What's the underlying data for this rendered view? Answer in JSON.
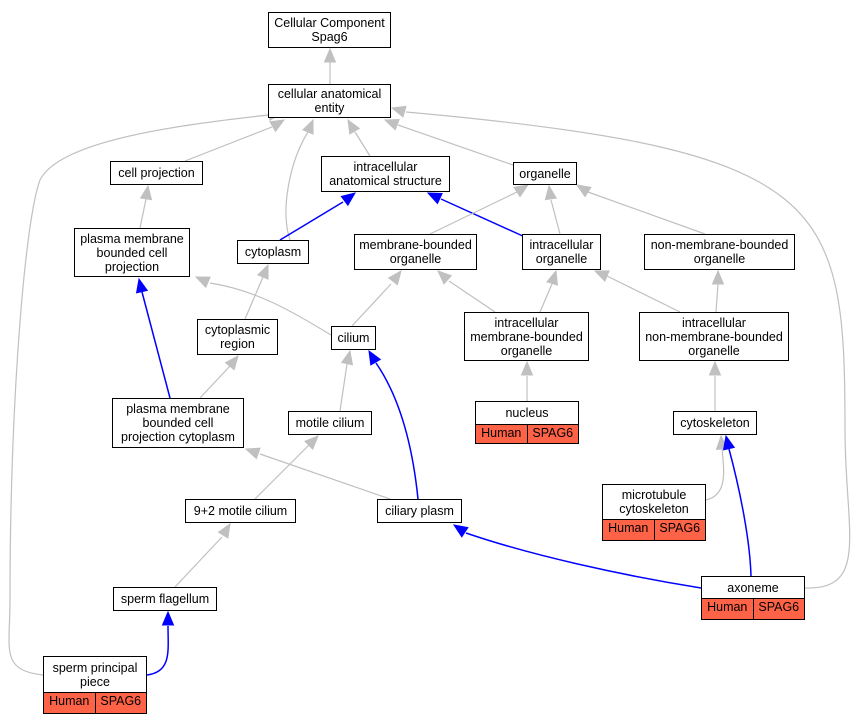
{
  "colors": {
    "is_a_edge": "#c0c0c0",
    "part_of_edge": "#0000ff",
    "annotation_fill": "#ff6347"
  },
  "nodes": {
    "root": [
      "Cellular Component",
      "Spag6"
    ],
    "cae": [
      "cellular anatomical",
      "entity"
    ],
    "cellproj": [
      "cell projection"
    ],
    "ias": [
      "intracellular",
      "anatomical structure"
    ],
    "organelle": [
      "organelle"
    ],
    "pmbcp": [
      "plasma membrane",
      "bounded cell",
      "projection"
    ],
    "cytoplasm": [
      "cytoplasm"
    ],
    "mbo": [
      "membrane-bounded",
      "organelle"
    ],
    "io": [
      "intracellular",
      "organelle"
    ],
    "nmbo": [
      "non-membrane-bounded",
      "organelle"
    ],
    "cytreg": [
      "cytoplasmic",
      "region"
    ],
    "cilium": [
      "cilium"
    ],
    "imbo": [
      "intracellular",
      "membrane-bounded",
      "organelle"
    ],
    "inmbo": [
      "intracellular",
      "non-membrane-bounded",
      "organelle"
    ],
    "nucleus": [
      "nucleus"
    ],
    "pmbcpc": [
      "plasma membrane",
      "bounded cell",
      "projection cytoplasm"
    ],
    "motcil": [
      "motile cilium"
    ],
    "cytosk": [
      "cytoskeleton"
    ],
    "mtcyto": [
      "microtubule",
      "cytoskeleton"
    ],
    "nine2": [
      "9+2 motile cilium"
    ],
    "cilplasm": [
      "ciliary plasm"
    ],
    "axoneme": [
      "axoneme"
    ],
    "spermflag": [
      "sperm flagellum"
    ],
    "spp": [
      "sperm principal",
      "piece"
    ]
  },
  "annotations": {
    "nucleus": [
      "Human",
      "SPAG6"
    ],
    "mtcyto": [
      "Human",
      "SPAG6"
    ],
    "axoneme": [
      "Human",
      "SPAG6"
    ],
    "spp": [
      "Human",
      "SPAG6"
    ]
  },
  "edges": [
    {
      "from": "cae",
      "to": "root",
      "type": "is_a"
    },
    {
      "from": "cellproj",
      "to": "cae",
      "type": "is_a"
    },
    {
      "from": "ias",
      "to": "cae",
      "type": "is_a"
    },
    {
      "from": "organelle",
      "to": "cae",
      "type": "is_a"
    },
    {
      "from": "cytoplasm",
      "to": "cae",
      "type": "is_a"
    },
    {
      "from": "pmbcp",
      "to": "cellproj",
      "type": "is_a"
    },
    {
      "from": "cytoplasm",
      "to": "ias",
      "type": "part_of"
    },
    {
      "from": "io",
      "to": "ias",
      "type": "part_of"
    },
    {
      "from": "mbo",
      "to": "organelle",
      "type": "is_a"
    },
    {
      "from": "io",
      "to": "organelle",
      "type": "is_a"
    },
    {
      "from": "nmbo",
      "to": "organelle",
      "type": "is_a"
    },
    {
      "from": "cytreg",
      "to": "cytoplasm",
      "type": "is_a"
    },
    {
      "from": "cilium",
      "to": "mbo",
      "type": "is_a"
    },
    {
      "from": "imbo",
      "to": "mbo",
      "type": "is_a"
    },
    {
      "from": "imbo",
      "to": "io",
      "type": "is_a"
    },
    {
      "from": "inmbo",
      "to": "io",
      "type": "is_a"
    },
    {
      "from": "inmbo",
      "to": "nmbo",
      "type": "is_a"
    },
    {
      "from": "cilium",
      "to": "pmbcp",
      "type": "is_a"
    },
    {
      "from": "nucleus",
      "to": "imbo",
      "type": "is_a"
    },
    {
      "from": "cytosk",
      "to": "inmbo",
      "type": "is_a"
    },
    {
      "from": "pmbcpc",
      "to": "cytreg",
      "type": "is_a"
    },
    {
      "from": "pmbcpc",
      "to": "pmbcp",
      "type": "part_of"
    },
    {
      "from": "motcil",
      "to": "cilium",
      "type": "is_a"
    },
    {
      "from": "cilplasm",
      "to": "cilium",
      "type": "part_of"
    },
    {
      "from": "nine2",
      "to": "motcil",
      "type": "is_a"
    },
    {
      "from": "cilplasm",
      "to": "pmbcpc",
      "type": "is_a"
    },
    {
      "from": "mtcyto",
      "to": "cytosk",
      "type": "is_a"
    },
    {
      "from": "axoneme",
      "to": "cytosk",
      "type": "part_of"
    },
    {
      "from": "axoneme",
      "to": "cilplasm",
      "type": "part_of"
    },
    {
      "from": "axoneme",
      "to": "cae",
      "type": "is_a"
    },
    {
      "from": "spermflag",
      "to": "nine2",
      "type": "is_a"
    },
    {
      "from": "spp",
      "to": "spermflag",
      "type": "part_of"
    },
    {
      "from": "spp",
      "to": "cae",
      "type": "is_a"
    }
  ]
}
